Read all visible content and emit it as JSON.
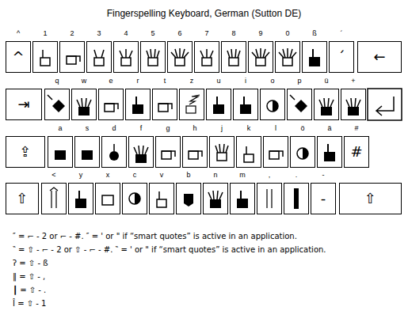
{
  "diagram": {
    "title": "Fingerspelling Keyboard, German (Sutton DE)",
    "nodes": [
      {
        "text": [
          "^",
          "^"
        ]
      },
      {
        "text": [
          "1"
        ]
      },
      {
        "text": [
          "2"
        ]
      },
      {
        "text": [
          "3"
        ]
      },
      {
        "text": [
          "4"
        ]
      },
      {
        "text": [
          "5"
        ]
      },
      {
        "text": [
          "6"
        ]
      },
      {
        "text": [
          "7"
        ]
      },
      {
        "text": [
          "8"
        ]
      },
      {
        "text": [
          "9"
        ]
      },
      {
        "text": [
          "0"
        ]
      },
      {
        "text": [
          "ß"
        ]
      },
      {
        "text": [
          "´",
          "´"
        ]
      },
      {
        "text": [
          "←"
        ]
      },
      {
        "text": [
          "⇥"
        ]
      },
      {
        "text": [
          "q"
        ]
      },
      {
        "text": [
          "w"
        ]
      },
      {
        "text": [
          "e"
        ]
      },
      {
        "text": [
          "r"
        ]
      },
      {
        "text": [
          "t"
        ]
      },
      {
        "text": [
          "z"
        ]
      },
      {
        "text": [
          "u"
        ]
      },
      {
        "text": [
          "i"
        ]
      },
      {
        "text": [
          "o"
        ]
      },
      {
        "text": [
          "p"
        ]
      },
      {
        "text": [
          "ü"
        ]
      },
      {
        "text": [
          "+"
        ]
      },
      {
        "text": [
          "⇪"
        ]
      },
      {
        "text": [
          "a"
        ]
      },
      {
        "text": [
          "s"
        ]
      },
      {
        "text": [
          "d"
        ]
      },
      {
        "text": [
          "f"
        ]
      },
      {
        "text": [
          "g"
        ]
      },
      {
        "text": [
          "h"
        ]
      },
      {
        "text": [
          "j"
        ]
      },
      {
        "text": [
          "k"
        ]
      },
      {
        "text": [
          "l"
        ]
      },
      {
        "text": [
          "ö"
        ]
      },
      {
        "text": [
          "ä"
        ]
      },
      {
        "text": [
          "#",
          "#"
        ]
      },
      {
        "text": [
          "⇧"
        ]
      },
      {
        "text": [
          "<"
        ]
      },
      {
        "text": [
          "y"
        ]
      },
      {
        "text": [
          "x"
        ]
      },
      {
        "text": [
          "c"
        ]
      },
      {
        "text": [
          "v"
        ]
      },
      {
        "text": [
          "b"
        ]
      },
      {
        "text": [
          "n"
        ]
      },
      {
        "text": [
          "m"
        ]
      },
      {
        "text": [
          ","
        ]
      },
      {
        "text": [
          "."
        ]
      },
      {
        "text": [
          "-",
          "-"
        ]
      },
      {
        "text": [
          "⇧"
        ]
      }
    ],
    "labels": [
      "″ = ⌐ - 2 or ⌐ - #. ″ = ' or \" if “smart quotes” is active in an application.",
      "‶ = ⇧ - ⌐ - 2 or ⇧ - ⌐ - #. ‶ = ' or \" if “smart quotes” is active in an application.",
      "ʔ = ⇧ - ß",
      "‖ = ⇧ - ,",
      "┃ = ⇧ - .",
      "Î = ⇧ - 1"
    ]
  }
}
